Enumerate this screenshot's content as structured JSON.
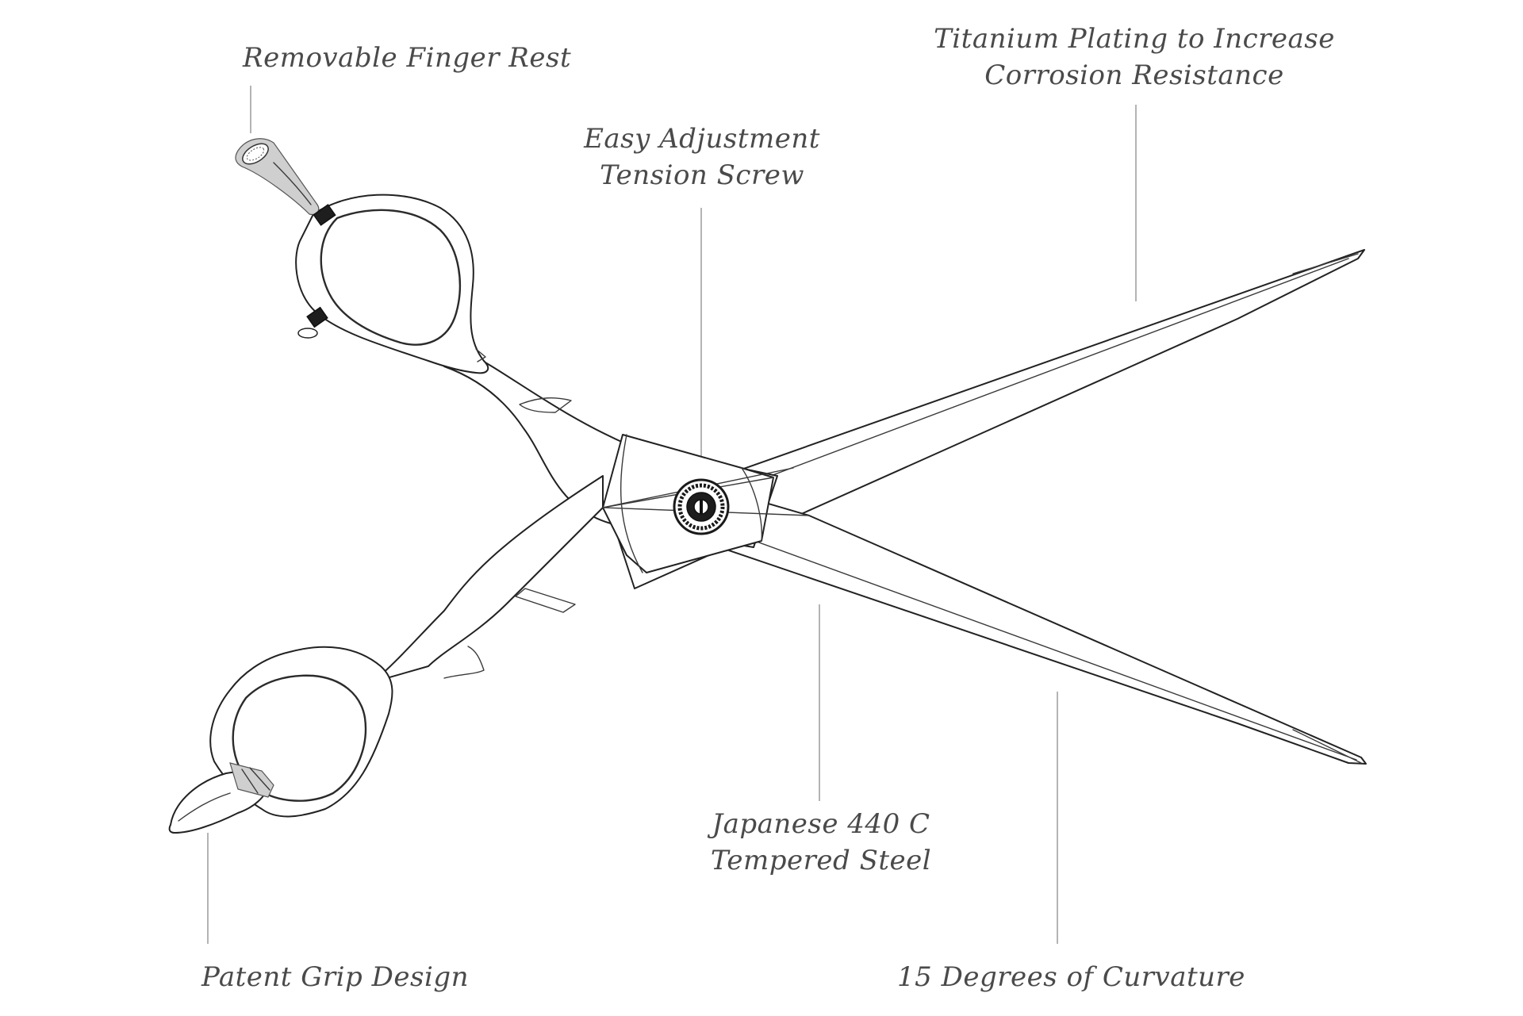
{
  "labels": {
    "finger_rest": "Removable Finger Rest",
    "titanium_line1": "Titanium Plating to Increase",
    "titanium_line2": "Corrosion Resistance",
    "tension_line1": "Easy Adjustment",
    "tension_line2": "Tension Screw",
    "steel_line1": "Japanese 440 C",
    "steel_line2": "Tempered Steel",
    "grip": "Patent Grip Design",
    "curvature": "15 Degrees of Curvature"
  },
  "colors": {
    "ink": "#2b2b2b",
    "label_text": "#4a4a4a",
    "leader_line": "#8c8c8c",
    "background": "#ffffff"
  }
}
